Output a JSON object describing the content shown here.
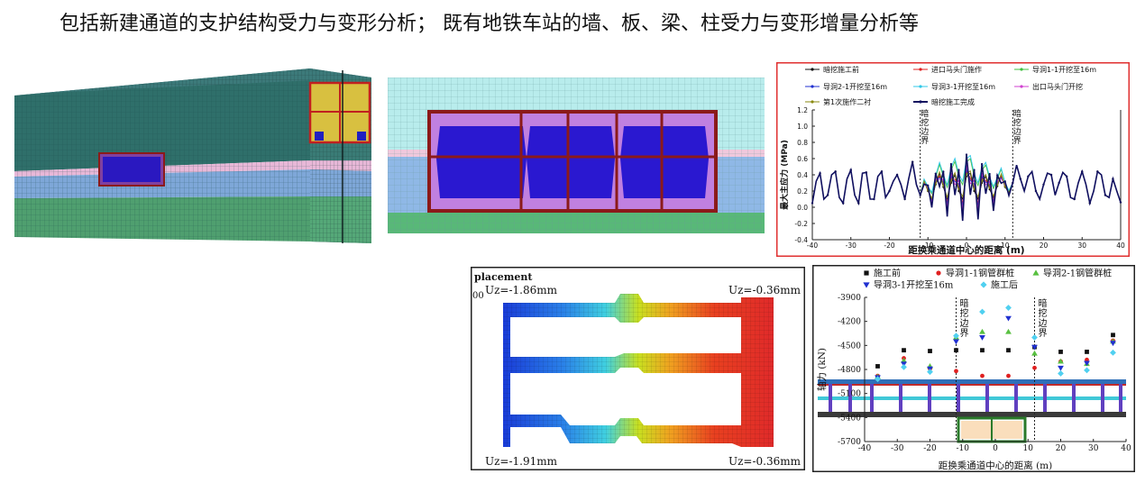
{
  "page": {
    "title": "包括新建通道的支护结构受力与变形分析； 既有地铁车站的墙、板、梁、柱受力与变形增量分析等"
  },
  "displacement": {
    "heading": "placement",
    "corner": "00",
    "label_tl": "Uz=-1.86mm",
    "label_tr": "Uz=-0.36mm",
    "label_bl": "Uz=-1.91mm",
    "label_br": "Uz=-0.36mm"
  },
  "colors": {
    "chart1_frame": "#e03030",
    "green_layer": "#58b878",
    "blue_layer": "#8fb8e6",
    "pink_layer": "#f0c8dc",
    "cyan_layer": "#b8ecec",
    "station_frame": "#8b1a1a",
    "station_fill": "#2a18d0",
    "station_bg": "#c080e0"
  },
  "chart_data": [
    {
      "type": "line",
      "title": "",
      "xlabel": "距换乘通道中心的距离 (m)",
      "ylabel": "最大主应力 (MPa)",
      "xlim": [
        -40,
        40
      ],
      "ylim": [
        -0.4,
        1.2
      ],
      "xticks": [
        -40,
        -30,
        -20,
        -10,
        0,
        10,
        20,
        30,
        40
      ],
      "yticks": [
        -0.4,
        -0.2,
        0.0,
        0.2,
        0.4,
        0.6,
        0.8,
        1.0,
        1.2
      ],
      "ytick_labels": [
        "-0.4",
        "-0.2",
        "0.0",
        "0.2",
        "0.4",
        "0.6",
        "0.8",
        "1.0",
        "1.2"
      ],
      "grid": false,
      "legend_position": "top",
      "boundary_lines": [
        -12,
        12
      ],
      "boundary_label": [
        "暗",
        "挖",
        "边",
        "界"
      ],
      "series": [
        {
          "name": "暗挖施工前",
          "color": "#111111"
        },
        {
          "name": "进口马头门施作",
          "color": "#e02020"
        },
        {
          "name": "导洞1-1开挖至16m",
          "color": "#40c040"
        },
        {
          "name": "导洞2-1开挖至16m",
          "color": "#2030d0"
        },
        {
          "name": "导洞3-1开挖至16m",
          "color": "#30c8e8"
        },
        {
          "name": "出口马头门开挖",
          "color": "#d040d0"
        },
        {
          "name": "第1次施作二衬",
          "color": "#8a8a10"
        },
        {
          "name": "暗挖施工完成",
          "color": "#101060"
        }
      ],
      "x": [
        -40,
        -39,
        -38,
        -37,
        -36,
        -35,
        -34,
        -33,
        -32,
        -31,
        -30,
        -29,
        -28,
        -27,
        -26,
        -25,
        -24,
        -23,
        -22,
        -21,
        -20,
        -19,
        -18,
        -17,
        -16,
        -15,
        -14,
        -13,
        -12,
        -11,
        -10,
        -9,
        -8,
        -7,
        -6,
        -5,
        -4,
        -3,
        -2,
        -1,
        0,
        1,
        2,
        3,
        4,
        5,
        6,
        7,
        8,
        9,
        10,
        11,
        12,
        13,
        14,
        15,
        16,
        17,
        18,
        19,
        20,
        21,
        22,
        23,
        24,
        25,
        26,
        27,
        28,
        29,
        30,
        31,
        32,
        33,
        34,
        35,
        36,
        37,
        38,
        39,
        40
      ],
      "base": [
        0.05,
        0.32,
        0.42,
        0.1,
        0.15,
        0.4,
        0.44,
        0.12,
        0.05,
        0.35,
        0.46,
        0.15,
        0.05,
        0.42,
        0.43,
        0.1,
        0.1,
        0.38,
        0.44,
        0.12,
        0.2,
        0.32,
        0.4,
        0.28,
        0.1,
        0.35,
        0.56,
        0.28,
        0.15,
        0.32,
        0.2,
        0.1,
        0.28,
        0.42,
        0.25,
        0.1,
        0.3,
        0.4,
        0.2,
        0.1,
        0.38,
        0.42,
        0.2,
        0.1,
        0.3,
        0.38,
        0.22,
        0.12,
        0.26,
        0.4,
        0.25,
        0.18,
        0.3,
        0.52,
        0.35,
        0.2,
        0.38,
        0.44,
        0.2,
        0.1,
        0.28,
        0.42,
        0.4,
        0.15,
        0.3,
        0.43,
        0.38,
        0.12,
        0.1,
        0.3,
        0.44,
        0.28,
        0.05,
        0.2,
        0.44,
        0.4,
        0.15,
        0.12,
        0.35,
        0.2,
        0.06
      ],
      "center_deltas": [
        0.0,
        0.06,
        0.18,
        0.09,
        0.22,
        0.13,
        0.03,
        0.27
      ],
      "deltas_note_hidden": true
    },
    {
      "type": "scatter",
      "title": "",
      "xlabel": "距换乘通道中心的距离 (m)",
      "ylabel": "轴力 (kN)",
      "xlim": [
        -40,
        40
      ],
      "ylim": [
        -5700,
        -3900
      ],
      "xticks": [
        -40,
        -30,
        -20,
        -10,
        0,
        10,
        20,
        30,
        40
      ],
      "yticks": [
        -3900,
        -4200,
        -4500,
        -4800,
        -5100,
        -5400,
        -5700
      ],
      "grid": false,
      "legend_position": "top",
      "boundary_lines": [
        -12,
        12
      ],
      "boundary_label": [
        "暗",
        "挖",
        "边",
        "界"
      ],
      "series": [
        {
          "name": "施工前",
          "color": "#111111",
          "marker": "square",
          "x": [
            -36,
            -28,
            -20,
            -12,
            -4,
            4,
            12,
            20,
            28,
            36
          ],
          "y": [
            -4760,
            -4560,
            -4570,
            -4560,
            -4560,
            -4560,
            -4520,
            -4580,
            -4580,
            -4370
          ]
        },
        {
          "name": "导洞1-1钢管群桩",
          "color": "#e02020",
          "marker": "circle",
          "x": [
            -36,
            -28,
            -20,
            -12,
            -4,
            4,
            12,
            20,
            28,
            36
          ],
          "y": [
            -4880,
            -4660,
            -4790,
            -4820,
            -4880,
            -4880,
            -4780,
            -4700,
            -4680,
            -4440
          ]
        },
        {
          "name": "导洞2-1钢管群桩",
          "color": "#58c040",
          "marker": "triangle",
          "x": [
            -36,
            -28,
            -20,
            -12,
            -4,
            4,
            12,
            20,
            28,
            36
          ],
          "y": [
            -4890,
            -4690,
            -4760,
            -4400,
            -4330,
            -4330,
            -4600,
            -4700,
            -4730,
            -4450
          ]
        },
        {
          "name": "导洞3-1开挖至16m",
          "color": "#2030d0",
          "marker": "triangle-down",
          "x": [
            -36,
            -28,
            -20,
            -12,
            -4,
            4,
            12,
            20,
            28,
            36
          ],
          "y": [
            -4900,
            -4730,
            -4790,
            -4450,
            -4400,
            -4160,
            -4520,
            -4780,
            -4720,
            -4470
          ]
        },
        {
          "name": "施工后",
          "color": "#50d0f0",
          "marker": "diamond",
          "x": [
            -36,
            -28,
            -20,
            -12,
            -4,
            4,
            12,
            20,
            28,
            36
          ],
          "y": [
            -4920,
            -4770,
            -4830,
            -4380,
            -4080,
            -4030,
            -4400,
            -4850,
            -4810,
            -4590
          ]
        }
      ]
    }
  ]
}
